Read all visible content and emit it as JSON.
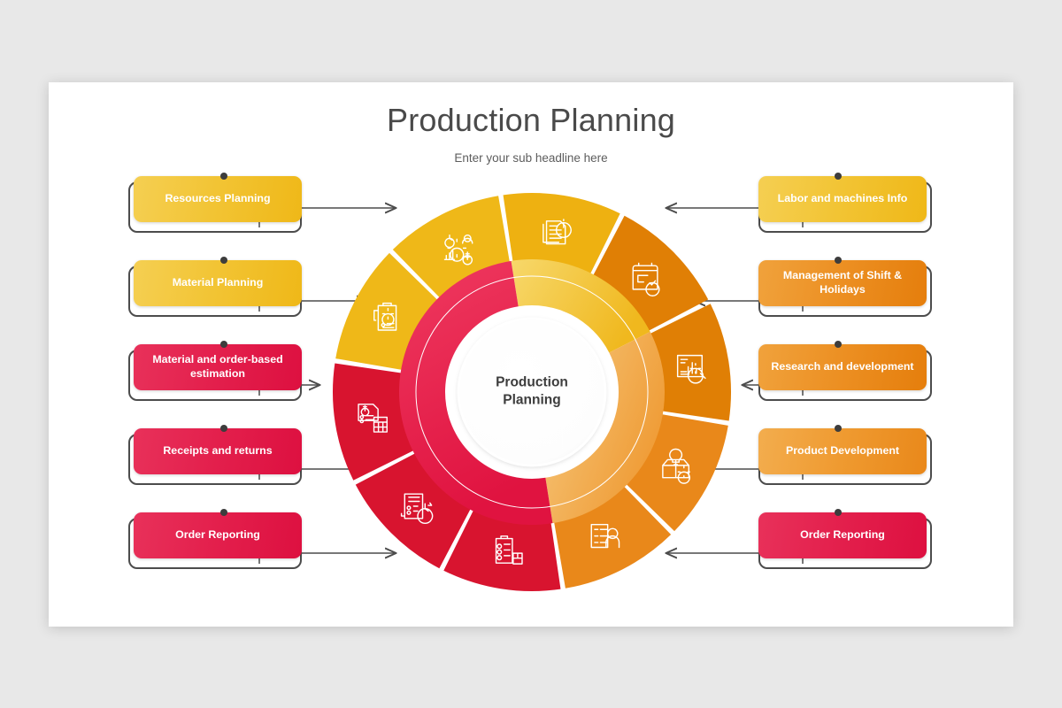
{
  "header": {
    "title": "Production Planning",
    "subtitle": "Enter your sub headline here"
  },
  "hub": {
    "line1": "Production",
    "line2": "Planning"
  },
  "colors": {
    "yellow": "#EEB111",
    "yellow_light": "#F2C434",
    "orange": "#E57E0C",
    "orange_light": "#EF9A30",
    "red": "#DD1040",
    "red_light": "#E8315A",
    "outline": "#4C4C4C",
    "title_text": "#4A4A4A",
    "hub_text": "#3D3D3D",
    "slide_bg": "#FFFFFF",
    "page_bg": "#E8E8E8"
  },
  "left_items": [
    {
      "label": "Resources Planning",
      "color": "#EFB818",
      "icon": "resource-planning-icon"
    },
    {
      "label": "Material Planning",
      "color": "#EFB818",
      "icon": "material-planning-icon"
    },
    {
      "label": "Material and order-based estimation",
      "color": "#DD1040",
      "icon": "invoice-calculator-icon"
    },
    {
      "label": "Receipts and returns",
      "color": "#DD1040",
      "icon": "tax-receipt-icon"
    },
    {
      "label": "Order Reporting",
      "color": "#DD1040",
      "icon": "order-checklist-icon"
    }
  ],
  "right_items": [
    {
      "label": "Labor and machines Info",
      "color": "#EEB111",
      "icon": "document-info-icon"
    },
    {
      "label": "Management of Shift & Holidays",
      "color": "#E57E0C",
      "icon": "calendar-check-icon"
    },
    {
      "label": "Research and development",
      "color": "#E57E0C",
      "icon": "chart-magnifier-icon"
    },
    {
      "label": "Product Development",
      "color": "#E9881A",
      "icon": "box-lightbulb-icon"
    },
    {
      "label": "Order Reporting",
      "color": "#DD1040",
      "icon": "report-person-icon"
    }
  ],
  "chart_data": {
    "type": "pie",
    "title": "Production Planning",
    "subtitle": "Enter your sub headline here",
    "legend_position": "both-sides",
    "donut": true,
    "inner_radius_ratio": 0.5,
    "segment_count": 10,
    "segment_degrees": 36,
    "start_angle_deg": -99,
    "categories": [
      "Labor and machines Info",
      "Management of Shift & Holidays",
      "Research and development",
      "Product Development",
      "Order Reporting",
      "Order Reporting",
      "Receipts and returns",
      "Material and order-based estimation",
      "Material Planning",
      "Resources Planning"
    ],
    "values": [
      10,
      10,
      10,
      10,
      10,
      10,
      10,
      10,
      10,
      10
    ],
    "colors": [
      "#EEB111",
      "#E07F05",
      "#E07F05",
      "#E9881A",
      "#E9881A",
      "#D8142F",
      "#D8142F",
      "#D8142F",
      "#EFB818",
      "#EFB818"
    ],
    "icons": [
      "document-info-icon",
      "calendar-check-icon",
      "chart-magnifier-icon",
      "box-lightbulb-icon",
      "report-person-icon",
      "order-checklist-icon",
      "tax-receipt-icon",
      "invoice-calculator-icon",
      "material-planning-icon",
      "resource-planning-icon"
    ]
  }
}
